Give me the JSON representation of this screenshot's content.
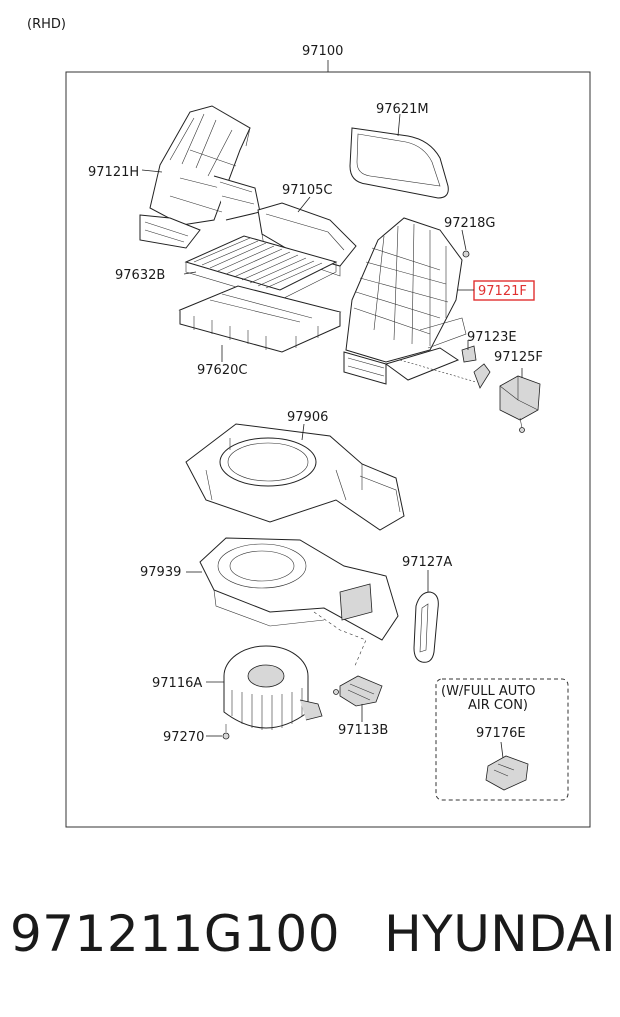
{
  "corner_note": "(RHD)",
  "assembly": {
    "part_no": "97100"
  },
  "callouts": [
    {
      "id": "97621M",
      "highlight": false
    },
    {
      "id": "97121H",
      "highlight": false
    },
    {
      "id": "97105C",
      "highlight": false
    },
    {
      "id": "97218G",
      "highlight": false
    },
    {
      "id": "97632B",
      "highlight": false
    },
    {
      "id": "97121F",
      "highlight": true
    },
    {
      "id": "97123E",
      "highlight": false
    },
    {
      "id": "97125F",
      "highlight": false
    },
    {
      "id": "97620C",
      "highlight": false
    },
    {
      "id": "97906",
      "highlight": false
    },
    {
      "id": "97939",
      "highlight": false
    },
    {
      "id": "97127A",
      "highlight": false
    },
    {
      "id": "97116A",
      "highlight": false
    },
    {
      "id": "97270",
      "highlight": false
    },
    {
      "id": "97113B",
      "highlight": false
    },
    {
      "id": "97176E",
      "highlight": false
    }
  ],
  "option_box": {
    "line1": "(W/FULL AUTO",
    "line2": "AIR CON)"
  },
  "highlight_color": "#e03030",
  "footer": {
    "part_number": "971211G100",
    "brand": "HYUNDAI"
  }
}
